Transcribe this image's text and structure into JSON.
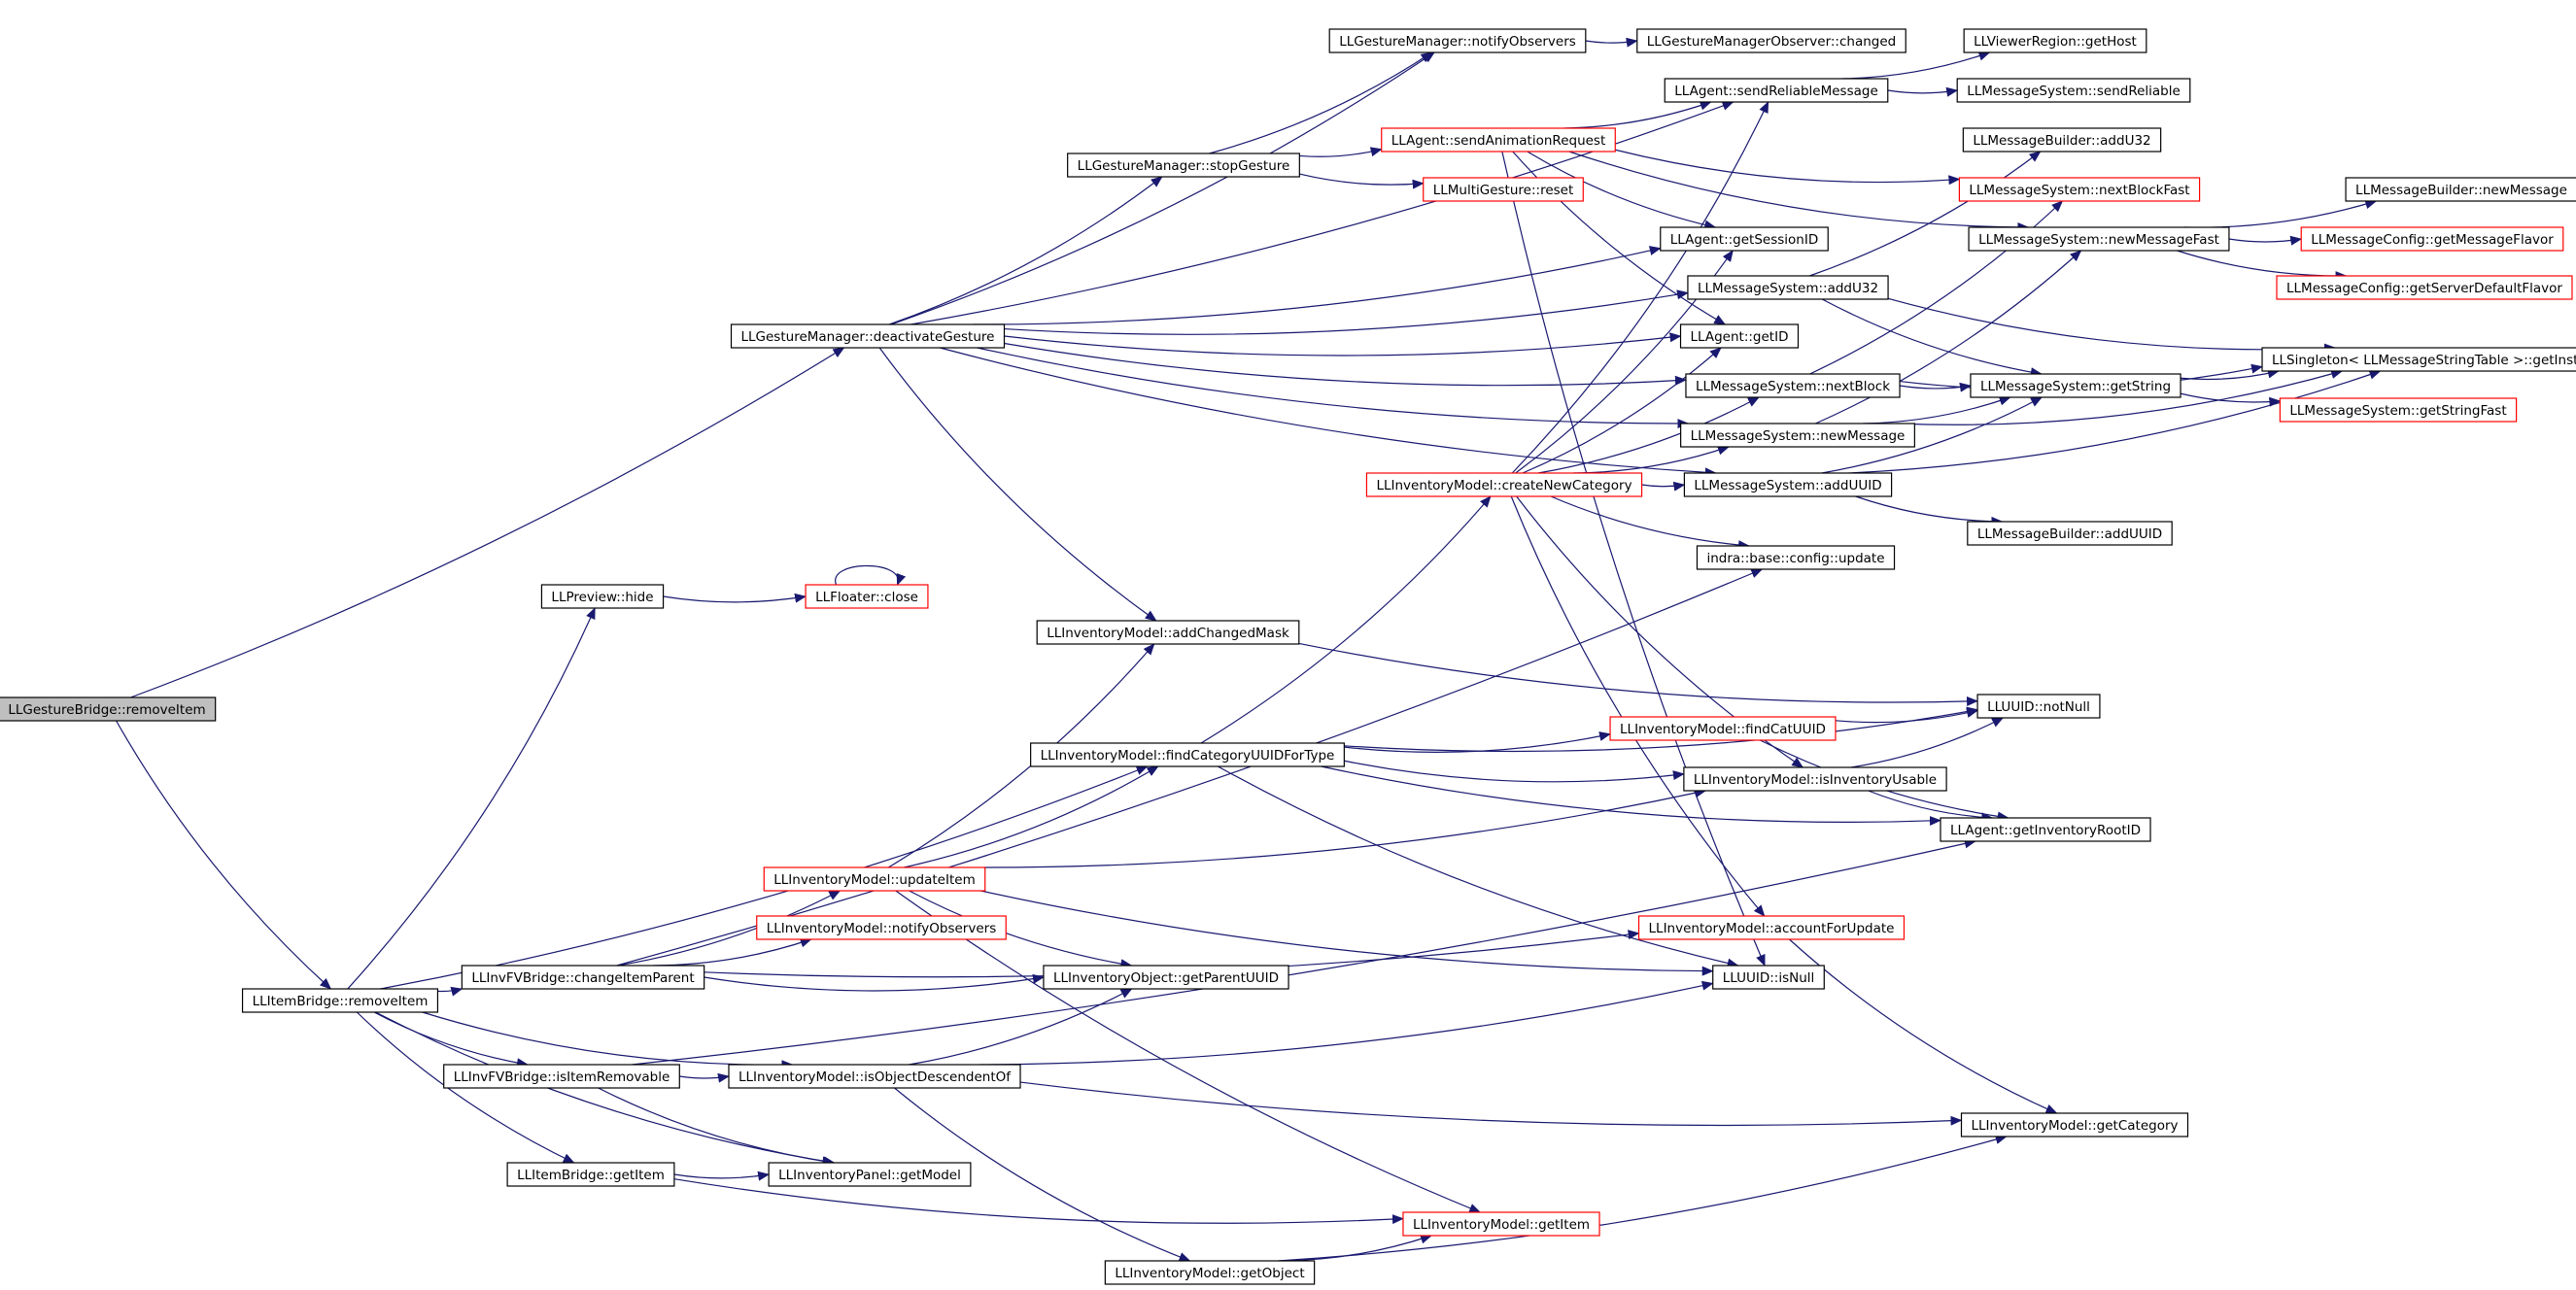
{
  "colors": {
    "edge": "#191970",
    "node_border": "#000000",
    "node_border_truncated": "#ff0000",
    "node_fill": "#ffffff",
    "node_fill_root": "#bfbfbf",
    "text": "#000000"
  },
  "nodes": [
    {
      "id": "root",
      "label": "LLGestureBridge::removeItem",
      "style": "root"
    },
    {
      "id": "gm_deact",
      "label": "LLGestureManager::deactivateGesture",
      "style": "normal"
    },
    {
      "id": "ib_remove",
      "label": "LLItemBridge::removeItem",
      "style": "normal"
    },
    {
      "id": "gm_notify",
      "label": "LLGestureManager::notifyObservers",
      "style": "normal"
    },
    {
      "id": "gmo_changed",
      "label": "LLGestureManagerObserver::changed",
      "style": "normal"
    },
    {
      "id": "vr_gethost",
      "label": "LLViewerRegion::getHost",
      "style": "normal"
    },
    {
      "id": "ag_sendrel",
      "label": "LLAgent::sendReliableMessage",
      "style": "normal"
    },
    {
      "id": "ms_sendrel",
      "label": "LLMessageSystem::sendReliable",
      "style": "normal"
    },
    {
      "id": "ag_sendanim",
      "label": "LLAgent::sendAnimationRequest",
      "style": "truncated"
    },
    {
      "id": "mb_addu32",
      "label": "LLMessageBuilder::addU32",
      "style": "normal"
    },
    {
      "id": "gm_stop",
      "label": "LLGestureManager::stopGesture",
      "style": "normal"
    },
    {
      "id": "ms_nextblockfast",
      "label": "LLMessageSystem::nextBlockFast",
      "style": "truncated"
    },
    {
      "id": "mg_reset",
      "label": "LLMultiGesture::reset",
      "style": "truncated"
    },
    {
      "id": "mb_newmsg",
      "label": "LLMessageBuilder::newMessage",
      "style": "normal"
    },
    {
      "id": "ag_sessionid",
      "label": "LLAgent::getSessionID",
      "style": "normal"
    },
    {
      "id": "ms_newmsgfast",
      "label": "LLMessageSystem::newMessageFast",
      "style": "normal"
    },
    {
      "id": "mc_getflavor",
      "label": "LLMessageConfig::getMessageFlavor",
      "style": "truncated"
    },
    {
      "id": "ms_addu32",
      "label": "LLMessageSystem::addU32",
      "style": "normal"
    },
    {
      "id": "mc_serverflavor",
      "label": "LLMessageConfig::getServerDefaultFlavor",
      "style": "truncated"
    },
    {
      "id": "ag_getid",
      "label": "LLAgent::getID",
      "style": "normal"
    },
    {
      "id": "singleton",
      "label": "LLSingleton< LLMessageStringTable >::getInstance",
      "style": "normal"
    },
    {
      "id": "ms_nextblock",
      "label": "LLMessageSystem::nextBlock",
      "style": "normal"
    },
    {
      "id": "ms_getstring",
      "label": "LLMessageSystem::getString",
      "style": "normal"
    },
    {
      "id": "ms_getstringfast",
      "label": "LLMessageSystem::getStringFast",
      "style": "truncated"
    },
    {
      "id": "ms_newmsg",
      "label": "LLMessageSystem::newMessage",
      "style": "normal"
    },
    {
      "id": "im_createcat",
      "label": "LLInventoryModel::createNewCategory",
      "style": "truncated"
    },
    {
      "id": "ms_adduuid",
      "label": "LLMessageSystem::addUUID",
      "style": "normal"
    },
    {
      "id": "mb_adduuid",
      "label": "LLMessageBuilder::addUUID",
      "style": "normal"
    },
    {
      "id": "indra_update",
      "label": "indra::base::config::update",
      "style": "normal"
    },
    {
      "id": "pv_hide",
      "label": "LLPreview::hide",
      "style": "normal"
    },
    {
      "id": "fl_close",
      "label": "LLFloater::close",
      "style": "truncated"
    },
    {
      "id": "im_addchanged",
      "label": "LLInventoryModel::addChangedMask",
      "style": "normal"
    },
    {
      "id": "uuid_notnull",
      "label": "LLUUID::notNull",
      "style": "normal"
    },
    {
      "id": "im_findcatuuid",
      "label": "LLInventoryModel::findCatUUID",
      "style": "truncated"
    },
    {
      "id": "im_findcatfortype",
      "label": "LLInventoryModel::findCategoryUUIDForType",
      "style": "normal"
    },
    {
      "id": "im_usable",
      "label": "LLInventoryModel::isInventoryUsable",
      "style": "normal"
    },
    {
      "id": "ag_invroot",
      "label": "LLAgent::getInventoryRootID",
      "style": "normal"
    },
    {
      "id": "im_updateitem",
      "label": "LLInventoryModel::updateItem",
      "style": "truncated"
    },
    {
      "id": "im_notify",
      "label": "LLInventoryModel::notifyObservers",
      "style": "truncated"
    },
    {
      "id": "im_account",
      "label": "LLInventoryModel::accountForUpdate",
      "style": "truncated"
    },
    {
      "id": "ifv_changeparent",
      "label": "LLInvFVBridge::changeItemParent",
      "style": "normal"
    },
    {
      "id": "io_parentuuid",
      "label": "LLInventoryObject::getParentUUID",
      "style": "normal"
    },
    {
      "id": "uuid_isnull",
      "label": "LLUUID::isNull",
      "style": "normal"
    },
    {
      "id": "ifv_removable",
      "label": "LLInvFVBridge::isItemRemovable",
      "style": "normal"
    },
    {
      "id": "im_descendent",
      "label": "LLInventoryModel::isObjectDescendentOf",
      "style": "normal"
    },
    {
      "id": "im_getcategory",
      "label": "LLInventoryModel::getCategory",
      "style": "normal"
    },
    {
      "id": "ib_getitem",
      "label": "LLItemBridge::getItem",
      "style": "normal"
    },
    {
      "id": "ip_getmodel",
      "label": "LLInventoryPanel::getModel",
      "style": "normal"
    },
    {
      "id": "im_getitem",
      "label": "LLInventoryModel::getItem",
      "style": "truncated"
    },
    {
      "id": "im_getobject",
      "label": "LLInventoryModel::getObject",
      "style": "normal"
    }
  ],
  "edges": [
    [
      "root",
      "gm_deact"
    ],
    [
      "root",
      "ib_remove"
    ],
    [
      "gm_deact",
      "gm_notify"
    ],
    [
      "gm_deact",
      "ag_sendrel"
    ],
    [
      "gm_deact",
      "gm_stop"
    ],
    [
      "gm_deact",
      "ag_sessionid"
    ],
    [
      "gm_deact",
      "ms_addu32"
    ],
    [
      "gm_deact",
      "ag_getid"
    ],
    [
      "gm_deact",
      "ms_nextblock"
    ],
    [
      "gm_deact",
      "ms_newmsg"
    ],
    [
      "gm_deact",
      "ms_adduuid"
    ],
    [
      "gm_deact",
      "im_addchanged"
    ],
    [
      "gm_notify",
      "gmo_changed"
    ],
    [
      "ag_sendrel",
      "vr_gethost"
    ],
    [
      "ag_sendrel",
      "ms_sendrel"
    ],
    [
      "gm_stop",
      "gm_notify"
    ],
    [
      "gm_stop",
      "ag_sendanim"
    ],
    [
      "gm_stop",
      "mg_reset"
    ],
    [
      "ag_sendanim",
      "ag_sendrel"
    ],
    [
      "ag_sendanim",
      "ms_nextblockfast"
    ],
    [
      "ag_sendanim",
      "ms_newmsgfast"
    ],
    [
      "ag_sendanim",
      "ag_sessionid"
    ],
    [
      "ag_sendanim",
      "ag_getid"
    ],
    [
      "ag_sendanim",
      "uuid_isnull"
    ],
    [
      "ms_newmsgfast",
      "mb_newmsg"
    ],
    [
      "ms_newmsgfast",
      "mc_getflavor"
    ],
    [
      "ms_newmsgfast",
      "mc_serverflavor"
    ],
    [
      "ms_addu32",
      "mb_addu32"
    ],
    [
      "ms_addu32",
      "singleton"
    ],
    [
      "ms_addu32",
      "ms_getstring"
    ],
    [
      "ms_nextblock",
      "ms_nextblockfast"
    ],
    [
      "ms_nextblock",
      "singleton"
    ],
    [
      "ms_nextblock",
      "ms_getstring"
    ],
    [
      "ms_getstring",
      "singleton"
    ],
    [
      "ms_getstring",
      "ms_getstringfast"
    ],
    [
      "ms_newmsg",
      "ms_newmsgfast"
    ],
    [
      "ms_newmsg",
      "singleton"
    ],
    [
      "ms_newmsg",
      "ms_getstring"
    ],
    [
      "ms_adduuid",
      "mb_adduuid"
    ],
    [
      "ms_adduuid",
      "singleton"
    ],
    [
      "ms_adduuid",
      "ms_getstring"
    ],
    [
      "im_createcat",
      "ag_sendrel"
    ],
    [
      "im_createcat",
      "ag_sessionid"
    ],
    [
      "im_createcat",
      "ag_getid"
    ],
    [
      "im_createcat",
      "ms_nextblock"
    ],
    [
      "im_createcat",
      "ms_newmsg"
    ],
    [
      "im_createcat",
      "ms_adduuid"
    ],
    [
      "im_createcat",
      "indra_update"
    ],
    [
      "im_createcat",
      "im_usable"
    ],
    [
      "im_createcat",
      "im_account"
    ],
    [
      "pv_hide",
      "fl_close"
    ],
    [
      "fl_close",
      "fl_close"
    ],
    [
      "im_addchanged",
      "uuid_notnull"
    ],
    [
      "im_findcatfortype",
      "im_createcat"
    ],
    [
      "im_findcatfortype",
      "uuid_notnull"
    ],
    [
      "im_findcatfortype",
      "im_findcatuuid"
    ],
    [
      "im_findcatfortype",
      "im_usable"
    ],
    [
      "im_findcatfortype",
      "ag_invroot"
    ],
    [
      "im_findcatfortype",
      "uuid_isnull"
    ],
    [
      "im_findcatuuid",
      "uuid_notnull"
    ],
    [
      "im_findcatuuid",
      "ag_invroot"
    ],
    [
      "im_usable",
      "uuid_notnull"
    ],
    [
      "im_usable",
      "ag_invroot"
    ],
    [
      "im_updateitem",
      "im_addchanged"
    ],
    [
      "im_updateitem",
      "im_findcatfortype"
    ],
    [
      "im_updateitem",
      "im_usable"
    ],
    [
      "im_updateitem",
      "io_parentuuid"
    ],
    [
      "im_updateitem",
      "uuid_isnull"
    ],
    [
      "im_updateitem",
      "im_getitem"
    ],
    [
      "im_account",
      "im_getcategory"
    ],
    [
      "ib_remove",
      "pv_hide"
    ],
    [
      "ib_remove",
      "im_findcatfortype"
    ],
    [
      "ib_remove",
      "ifv_changeparent"
    ],
    [
      "ib_remove",
      "ifv_removable"
    ],
    [
      "ib_remove",
      "im_descendent"
    ],
    [
      "ib_remove",
      "ib_getitem"
    ],
    [
      "ib_remove",
      "ip_getmodel"
    ],
    [
      "ifv_changeparent",
      "indra_update"
    ],
    [
      "ifv_changeparent",
      "im_updateitem"
    ],
    [
      "ifv_changeparent",
      "im_notify"
    ],
    [
      "ifv_changeparent",
      "io_parentuuid"
    ],
    [
      "ifv_changeparent",
      "im_account"
    ],
    [
      "ifv_removable",
      "im_descendent"
    ],
    [
      "ifv_removable",
      "ip_getmodel"
    ],
    [
      "ifv_removable",
      "ag_invroot"
    ],
    [
      "im_descendent",
      "io_parentuuid"
    ],
    [
      "im_descendent",
      "uuid_isnull"
    ],
    [
      "im_descendent",
      "im_getcategory"
    ],
    [
      "im_descendent",
      "im_getobject"
    ],
    [
      "ib_getitem",
      "ip_getmodel"
    ],
    [
      "ib_getitem",
      "im_getitem"
    ],
    [
      "im_getobject",
      "im_getitem"
    ],
    [
      "im_getobject",
      "im_getcategory"
    ]
  ]
}
